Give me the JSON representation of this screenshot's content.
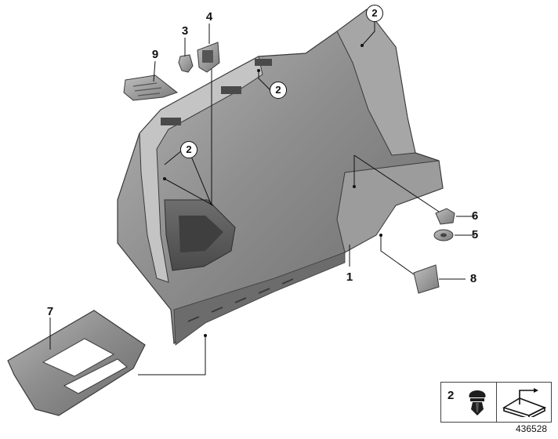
{
  "callouts": {
    "part_1": "1",
    "part_2": "2",
    "part_3": "3",
    "part_4": "4",
    "part_5": "5",
    "part_6": "6",
    "part_7": "7",
    "part_8": "8",
    "part_9": "9"
  },
  "legend": {
    "number": "2",
    "icons": [
      "expanding-rivet-icon",
      "hole-position-icon"
    ]
  },
  "diagram_number": "436528",
  "colors": {
    "trim_fill": "#8a8a8a",
    "trim_dark": "#5c5c5c",
    "trim_light": "#b4b4b4",
    "leader": "#111111",
    "part_fill": "#909090"
  }
}
